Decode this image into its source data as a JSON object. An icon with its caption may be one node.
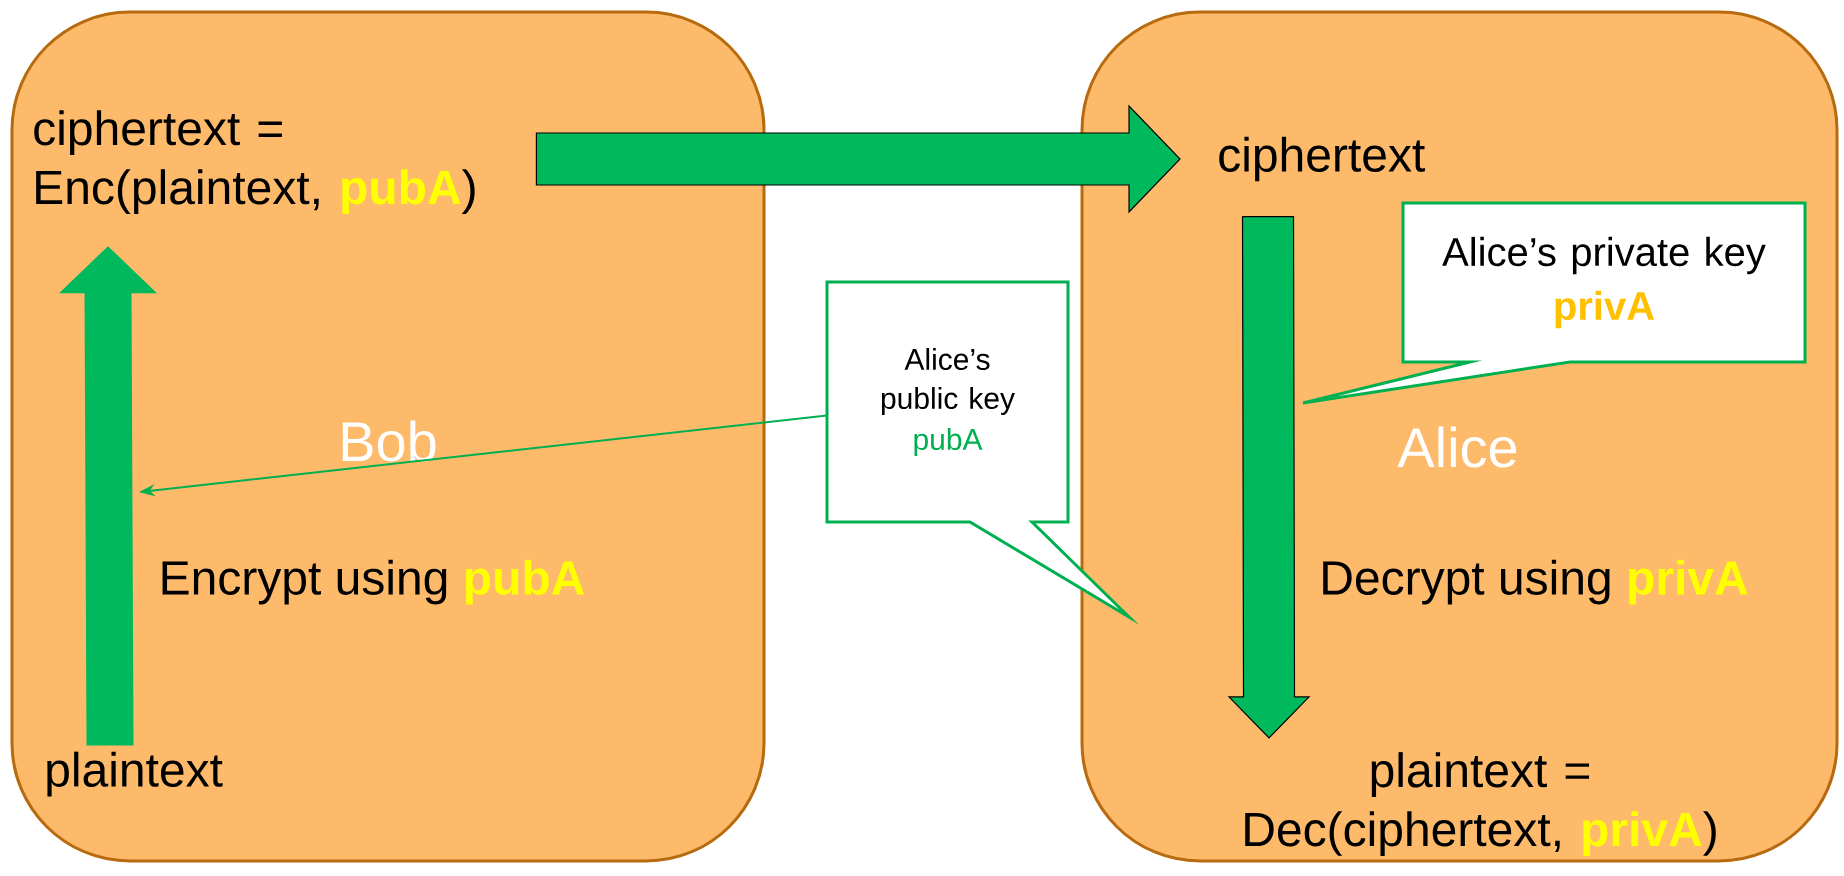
{
  "diagram": {
    "nodes": [
      {
        "text": [
          "Bob"
        ]
      },
      {
        "text": [
          "ciphertext = Enc(plaintext, **pubA**)"
        ],
        "in": 0
      },
      {
        "text": [
          "plaintext"
        ],
        "in": 0
      },
      {
        "text": [
          "Alice"
        ]
      },
      {
        "text": [
          "ciphertext"
        ],
        "in": 3
      },
      {
        "text": [
          "plaintext = Dec(ciphertext, **privA**)"
        ],
        "in": 3
      },
      {
        "text": [
          "Alice’s public key",
          "pubA"
        ]
      },
      {
        "text": [
          "Alice’s private key",
          "privA"
        ],
        "in": 3
      }
    ],
    "edges": [
      {
        "from": 2,
        "to": 1,
        "arrow": "to",
        "label": "Encrypt using **pubA**",
        "style": "thick"
      },
      {
        "from": 1,
        "to": 4,
        "arrow": "to",
        "style": "thick"
      },
      {
        "from": 4,
        "to": 5,
        "arrow": "to",
        "label": "Decrypt using **privA**",
        "style": "thick"
      },
      {
        "from": 6,
        "to": null,
        "arrow": "to"
      }
    ]
  }
}
